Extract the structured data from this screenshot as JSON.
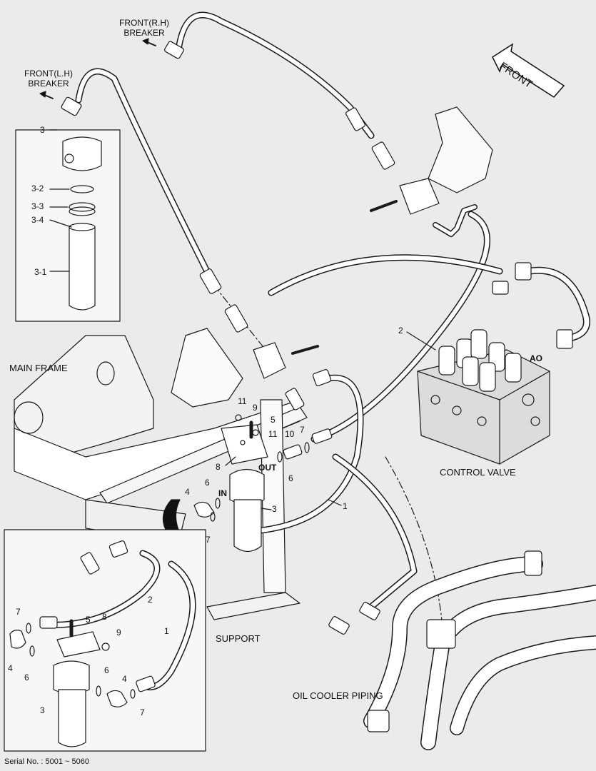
{
  "labels": {
    "front_rh": "FRONT(R.H)",
    "front_rh_sub": "BREAKER",
    "front_lh": "FRONT(L.H)",
    "front_lh_sub": "BREAKER",
    "front": "FRONT",
    "main_frame": "MAIN FRAME",
    "control_valve": "CONTROL VALVE",
    "support": "SUPPORT",
    "oil_cooler_piping": "OIL COOLER PIPING",
    "out": "OUT",
    "in": "IN",
    "ao": "AO",
    "serial": "Serial No. : 5001 ~ 5060"
  },
  "part_numbers": {
    "filter_box_title": "3",
    "p3_2": "3-2",
    "p3_3": "3-3",
    "p3_4": "3-4",
    "p3_1": "3-1",
    "main_2": "2",
    "main_1": "1",
    "main_11a": "11",
    "main_9": "9",
    "main_5": "5",
    "main_11b": "11",
    "main_8": "8",
    "main_10": "10",
    "main_7a": "7",
    "main_6a": "6",
    "main_6b": "6",
    "main_4": "4",
    "main_3": "3",
    "main_7b": "7",
    "inset_2": "2",
    "inset_1": "1",
    "inset_7a": "7",
    "inset_5": "5",
    "inset_8": "8",
    "inset_9": "9",
    "inset_4a": "4",
    "inset_6a": "6",
    "inset_6b": "6",
    "inset_4b": "4",
    "inset_3": "3",
    "inset_7b": "7"
  },
  "colors": {
    "line": "#1a1a1a",
    "background": "#ebebeb",
    "part_fill": "#ffffff",
    "shade": "#cfcfcf"
  }
}
